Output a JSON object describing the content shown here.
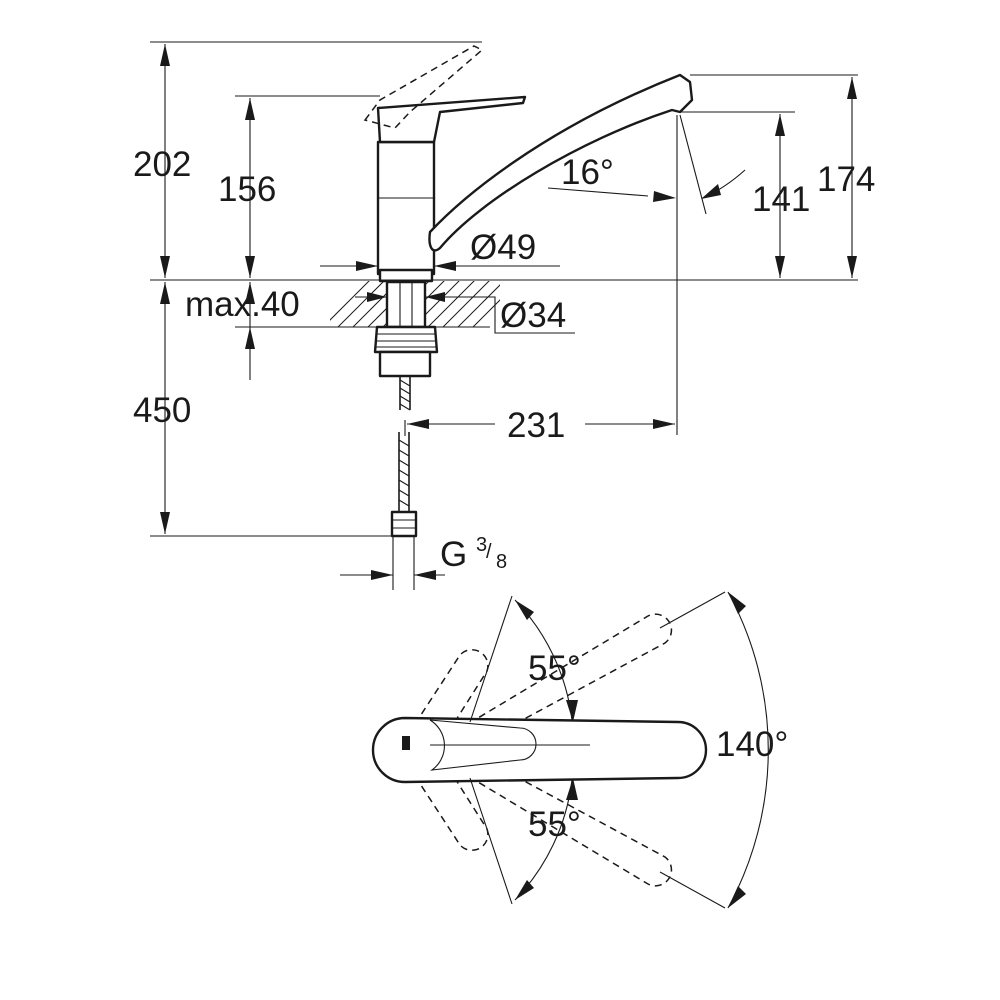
{
  "side_view": {
    "height_total": "202",
    "height_body": "156",
    "height_spout": "174",
    "height_outlet": "141",
    "spout_angle": "16°",
    "body_diameter": "Ø49",
    "hole_diameter": "Ø34",
    "max_thickness": "max.40",
    "hose_length": "450",
    "reach": "231",
    "thread_main": "G",
    "thread_num": "3",
    "thread_den": "8"
  },
  "top_view": {
    "angle_upper": "55°",
    "angle_lower": "55°",
    "angle_total": "140°"
  }
}
